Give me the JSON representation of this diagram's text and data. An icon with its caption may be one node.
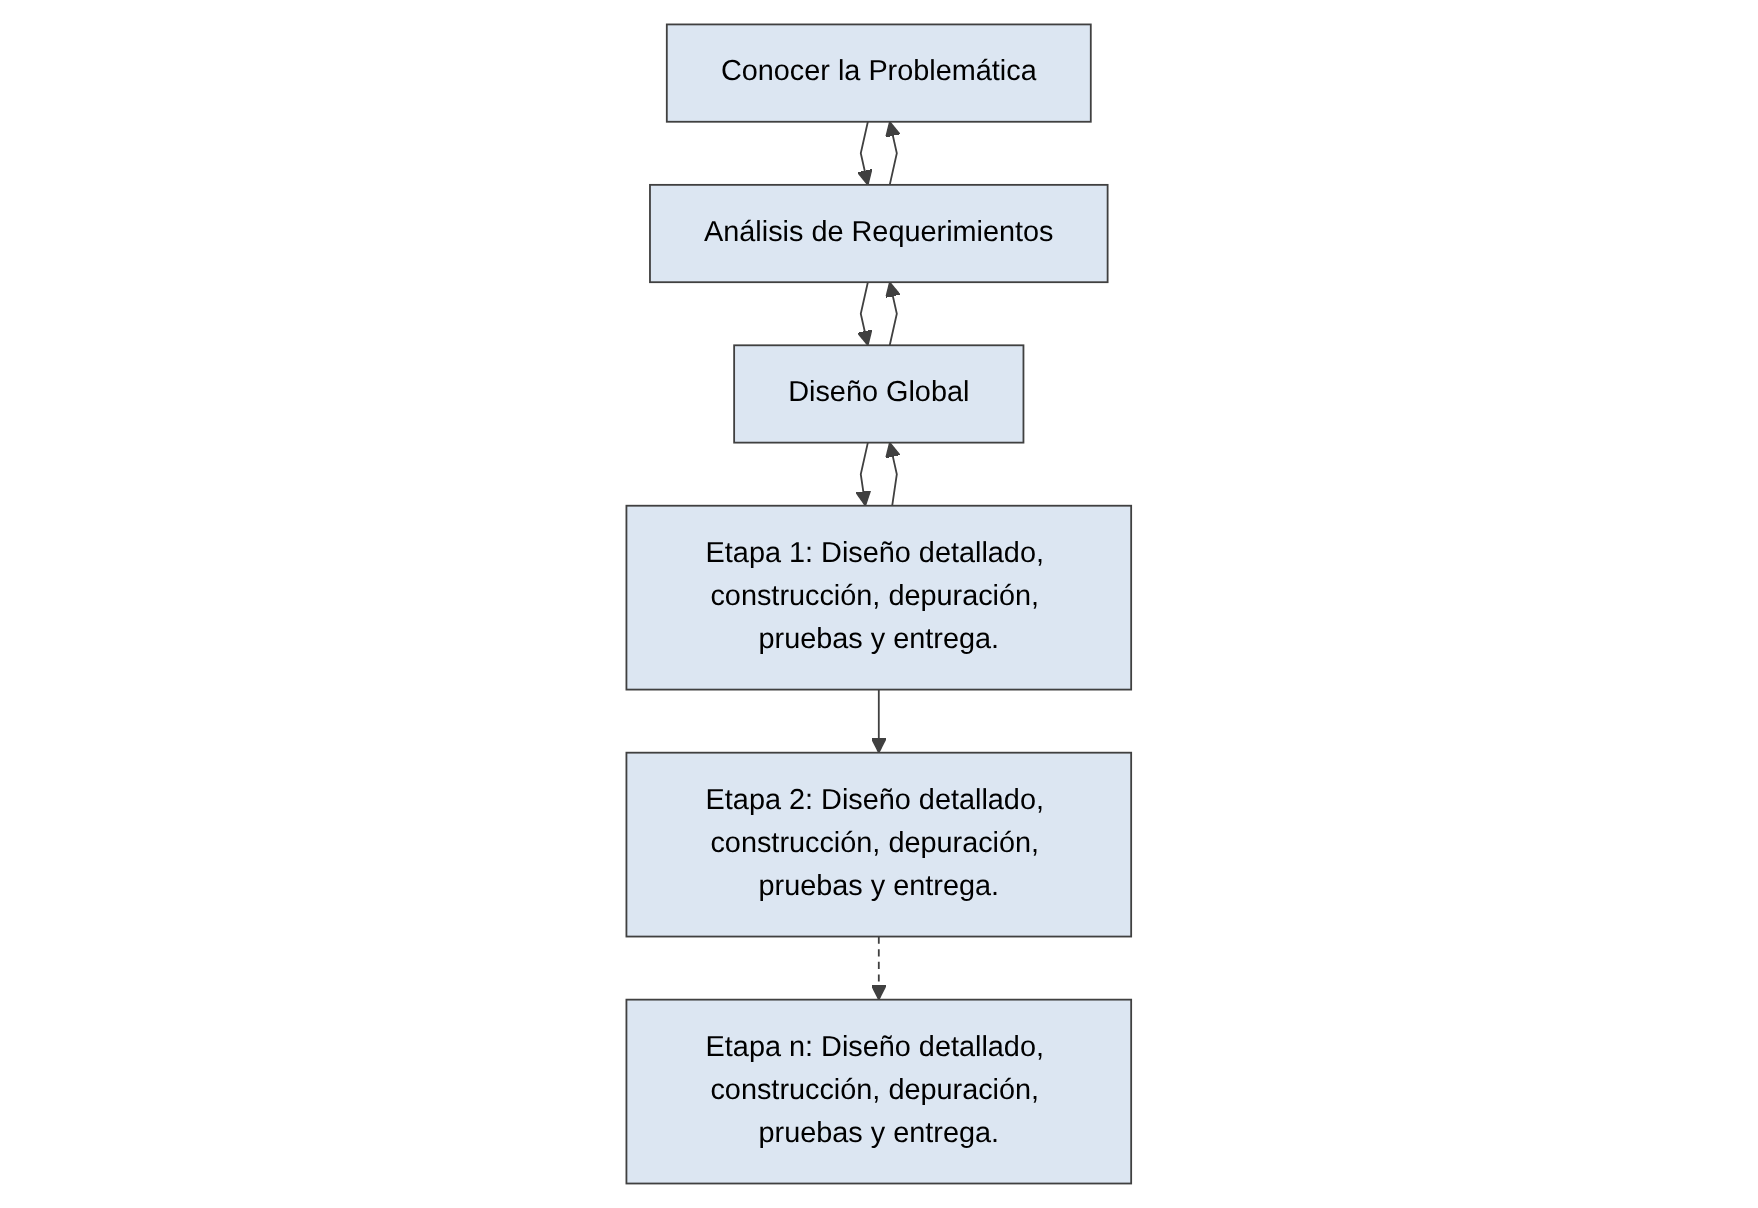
{
  "diagram": {
    "nodes": [
      {
        "text": [
          "Conocer la Problemática"
        ]
      },
      {
        "text": [
          "Análisis de Requerimientos"
        ]
      },
      {
        "text": [
          "Diseño Global"
        ]
      },
      {
        "text": [
          "Etapa 1: Diseño detallado, construcción, depuración, pruebas y entrega."
        ]
      },
      {
        "text": [
          "Etapa 2: Diseño detallado, construcción, depuración, pruebas y entrega."
        ]
      },
      {
        "text": [
          "Etapa n: Diseño detallado, construcción, depuración, pruebas y entrega."
        ]
      }
    ],
    "edges": [
      {
        "from": 0,
        "to": 1,
        "arrow": "to"
      },
      {
        "from": 1,
        "to": 0,
        "arrow": "to"
      },
      {
        "from": 1,
        "to": 2,
        "arrow": "to"
      },
      {
        "from": 2,
        "to": 1,
        "arrow": "to"
      },
      {
        "from": 2,
        "to": 3,
        "arrow": "to"
      },
      {
        "from": 3,
        "to": 2,
        "arrow": "to"
      },
      {
        "from": 3,
        "to": 4,
        "arrow": "to"
      },
      {
        "from": 4,
        "to": 5,
        "arrow": "to",
        "style": "dashed"
      }
    ]
  }
}
